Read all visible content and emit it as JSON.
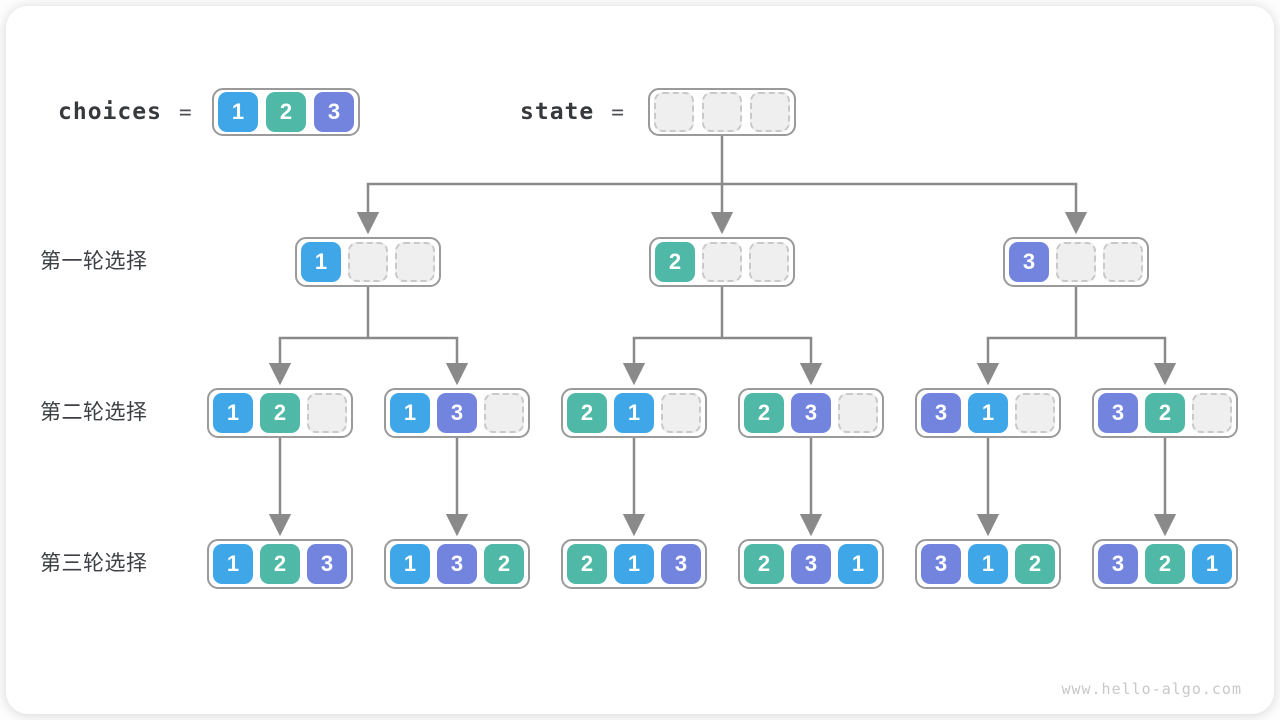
{
  "palette": {
    "c1": "#3fa7e8",
    "c2": "#4fb8a6",
    "c3": "#7384df",
    "line": "#8a8a8a",
    "box-border": "#9a9a9a",
    "empty-bg": "#efefef",
    "empty-border": "#c9c9c9"
  },
  "header": {
    "choices_label": "choices",
    "equals": "=",
    "choices_cells": [
      "1",
      "2",
      "3"
    ],
    "state_label": "state",
    "state_cells": [
      "",
      "",
      ""
    ]
  },
  "rows": [
    {
      "label": "第一轮选择",
      "boxes": [
        [
          "1",
          "",
          ""
        ],
        [
          "2",
          "",
          ""
        ],
        [
          "3",
          "",
          ""
        ]
      ]
    },
    {
      "label": "第二轮选择",
      "boxes": [
        [
          "1",
          "2",
          ""
        ],
        [
          "1",
          "3",
          ""
        ],
        [
          "2",
          "1",
          ""
        ],
        [
          "2",
          "3",
          ""
        ],
        [
          "3",
          "1",
          ""
        ],
        [
          "3",
          "2",
          ""
        ]
      ]
    },
    {
      "label": "第三轮选择",
      "boxes": [
        [
          "1",
          "2",
          "3"
        ],
        [
          "1",
          "3",
          "2"
        ],
        [
          "2",
          "1",
          "3"
        ],
        [
          "2",
          "3",
          "1"
        ],
        [
          "3",
          "1",
          "2"
        ],
        [
          "3",
          "2",
          "1"
        ]
      ]
    }
  ],
  "footer": {
    "watermark": "www.hello-algo.com"
  }
}
